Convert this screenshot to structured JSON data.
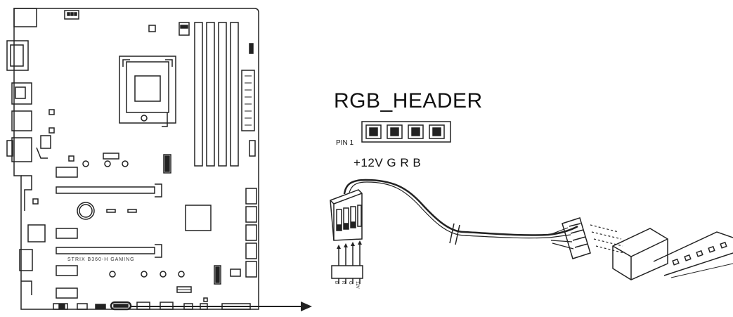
{
  "header": {
    "title": "RGB_HEADER",
    "pin1_label": "PIN 1",
    "pin_labels": "+12V G R B"
  },
  "board": {
    "silkscreen": "STRIX B360-H GAMING"
  },
  "connector": {
    "wire_labels": [
      "B",
      "R",
      "G",
      "12V"
    ]
  },
  "colors": {
    "line": "#222222",
    "background": "#ffffff"
  }
}
